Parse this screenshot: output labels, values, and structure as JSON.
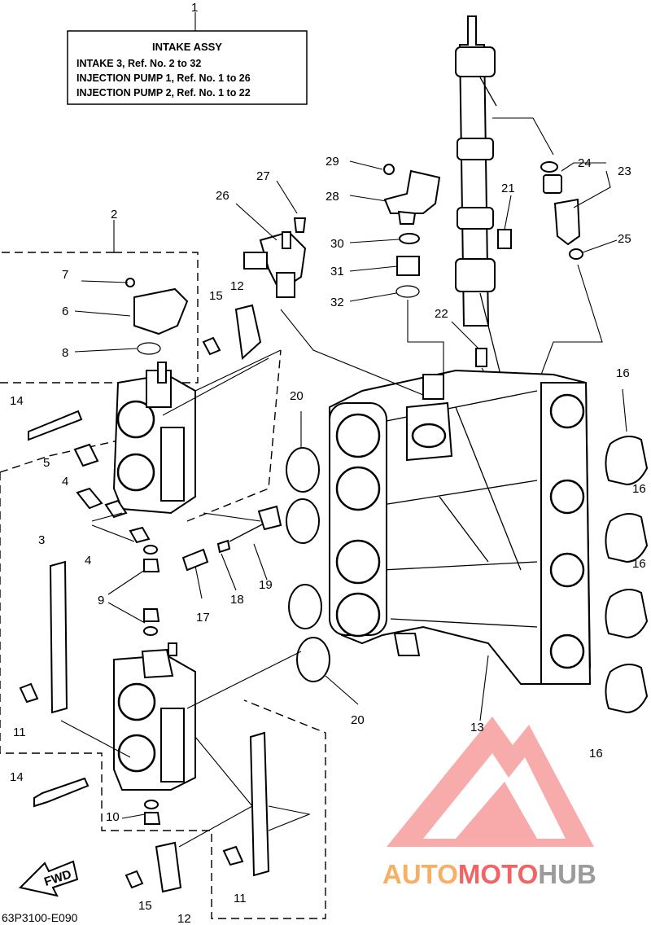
{
  "info_box": {
    "title": "INTAKE ASSY",
    "lines": [
      "INTAKE 3,  Ref. No. 2 to 32",
      "INJECTION PUMP 1,  Ref. No. 1 to 26",
      "INJECTION PUMP 2,  Ref. No. 1 to 22"
    ]
  },
  "callouts": [
    "1",
    "2",
    "3",
    "4",
    "4",
    "5",
    "6",
    "7",
    "8",
    "9",
    "10",
    "11",
    "11",
    "12",
    "12",
    "13",
    "14",
    "14",
    "15",
    "15",
    "16",
    "16",
    "16",
    "16",
    "17",
    "18",
    "19",
    "20",
    "20",
    "21",
    "22",
    "23",
    "24",
    "25",
    "26",
    "27",
    "28",
    "29",
    "30",
    "31",
    "32"
  ],
  "fwd_label": "FWD",
  "diagram_code": "63P3100-E090",
  "watermark": {
    "part1": "AUTO",
    "part2": "MOTO",
    "part3": "HUB",
    "color_red": "#f04a4a",
    "color_orange": "#f5a24a",
    "color_gray": "#8a8a8a"
  }
}
